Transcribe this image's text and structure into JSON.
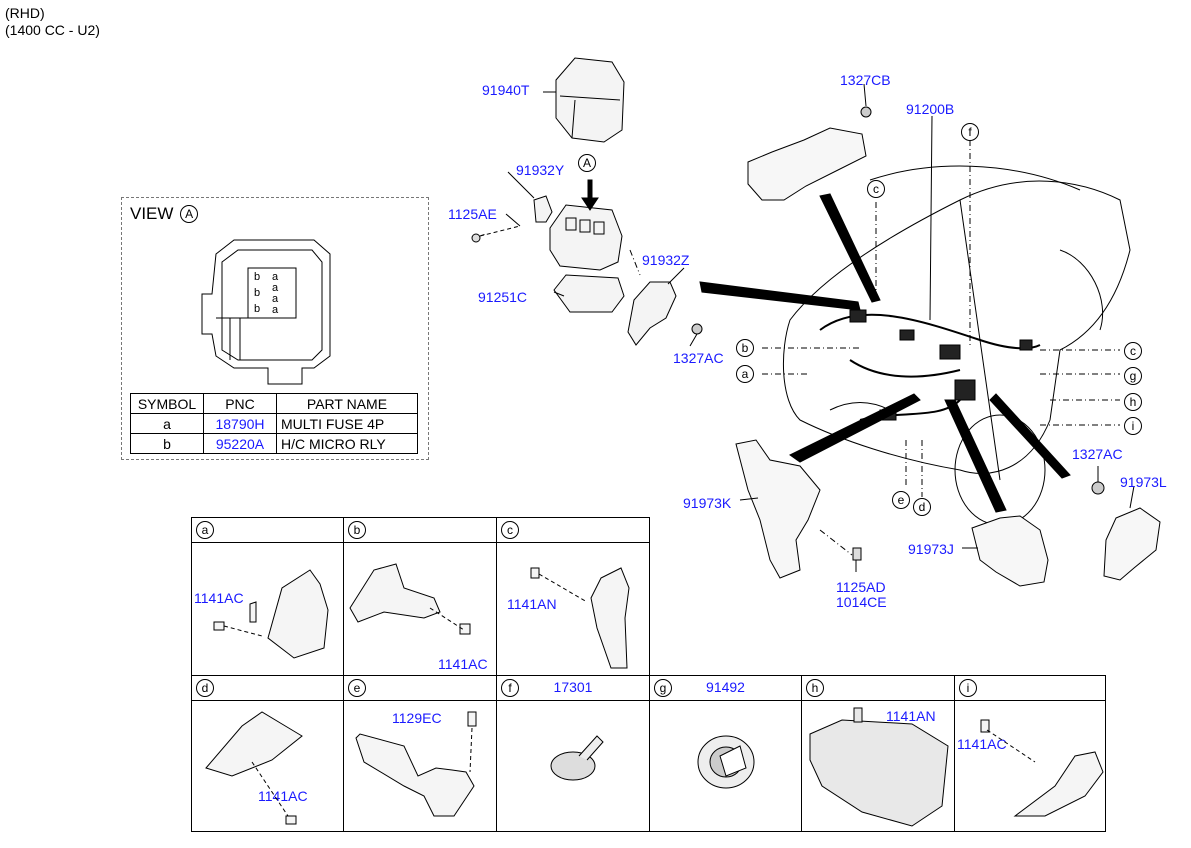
{
  "header": {
    "line1": "(RHD)",
    "line2": "(1400 CC - U2)"
  },
  "main_parts": {
    "p91940T": "91940T",
    "p1327CB": "1327CB",
    "p91200B": "91200B",
    "p91932Y": "91932Y",
    "p1125AE": "1125AE",
    "p91932Z": "91932Z",
    "p91251C": "91251C",
    "p1327AC_a": "1327AC",
    "p1327AC_b": "1327AC",
    "p91973K": "91973K",
    "p91973L": "91973L",
    "p91973J": "91973J",
    "p1125AD": "1125AD",
    "p1014CE": "1014CE"
  },
  "circle_labels": {
    "A": "A",
    "a": "a",
    "b": "b",
    "c": "c",
    "e": "e",
    "d": "d",
    "f": "f",
    "g": "g",
    "h": "h",
    "i": "i"
  },
  "view": {
    "title": "VIEW",
    "symbol": "A",
    "relay_labels": [
      "b",
      "b",
      "b",
      "a",
      "a",
      "a",
      "a"
    ],
    "table": {
      "headers": [
        "SYMBOL",
        "PNC",
        "PART NAME"
      ],
      "rows": [
        {
          "symbol": "a",
          "pnc": "18790H",
          "name": "MULTI FUSE 4P"
        },
        {
          "symbol": "b",
          "pnc": "95220A",
          "name": "H/C MICRO RLY"
        }
      ]
    }
  },
  "details": [
    {
      "id": "a",
      "part": "",
      "labels": [
        "1141AC"
      ]
    },
    {
      "id": "b",
      "part": "",
      "labels": [
        "1141AC"
      ]
    },
    {
      "id": "c",
      "part": "",
      "labels": [
        "1141AN"
      ]
    },
    {
      "id": "d",
      "part": "",
      "labels": [
        "1141AC"
      ]
    },
    {
      "id": "e",
      "part": "",
      "labels": [
        "1129EC"
      ]
    },
    {
      "id": "f",
      "part": "17301",
      "labels": []
    },
    {
      "id": "g",
      "part": "91492",
      "labels": []
    },
    {
      "id": "h",
      "part": "",
      "labels": [
        "1141AN"
      ]
    },
    {
      "id": "i",
      "part": "",
      "labels": [
        "1141AC"
      ]
    }
  ],
  "colors": {
    "part_number": "#1a1aff",
    "line": "#000000"
  }
}
